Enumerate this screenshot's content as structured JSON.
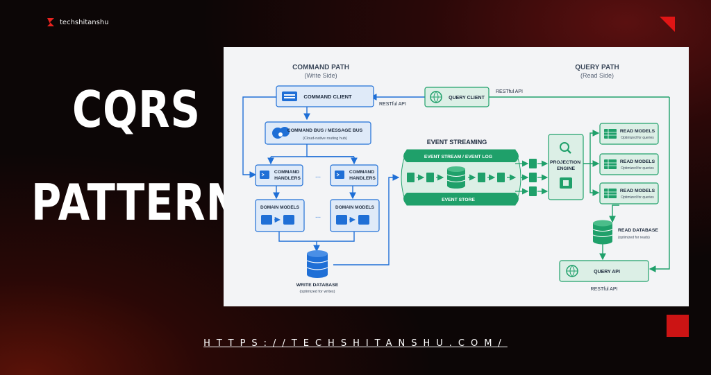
{
  "brand": {
    "name": "techshitanshu"
  },
  "title": {
    "line1": "CQRS",
    "line2": "PATTERN"
  },
  "footer": {
    "url": "HTTPS://TECHSHITANSHU.COM/"
  },
  "diagram": {
    "command_path": {
      "title": "COMMAND PATH",
      "subtitle": "(Write Side)"
    },
    "query_path": {
      "title": "QUERY PATH",
      "subtitle": "(Read Side)"
    },
    "command_client": "COMMAND CLIENT",
    "restful_api_write": "RESTful API",
    "query_client": "QUERY CLIENT",
    "restful_api_read": "RESTful API",
    "command_bus": {
      "title": "COMMAND BUS / MESSAGE BUS",
      "subtitle": "(Cloud-native routing hub)"
    },
    "command_handlers": "COMMAND\nHANDLERS",
    "domain_models": "DOMAIN MODELS",
    "ellipsis": "...",
    "write_database": {
      "title": "WRITE DATABASE",
      "subtitle": "(optimized for writes)"
    },
    "event_streaming": "EVENT STREAMING",
    "event_stream_log": "EVENT STREAM / EVENT LOG",
    "event_store": "EVENT STORE",
    "projection_engine": "PROJECTION\nENGINE",
    "read_models": {
      "title": "READ MODELS",
      "subtitle": "Optimized for queries"
    },
    "read_database": {
      "title": "READ DATABASE",
      "subtitle": "(optimized for reads)"
    },
    "query_api": "QUERY API",
    "restful_api_bottom": "RESTful API"
  },
  "colors": {
    "blue": "#1f6fd6",
    "blue_light": "#dfeaf8",
    "green": "#1fa06a",
    "green_light": "#dcefe6",
    "accent_red": "#e01515"
  }
}
